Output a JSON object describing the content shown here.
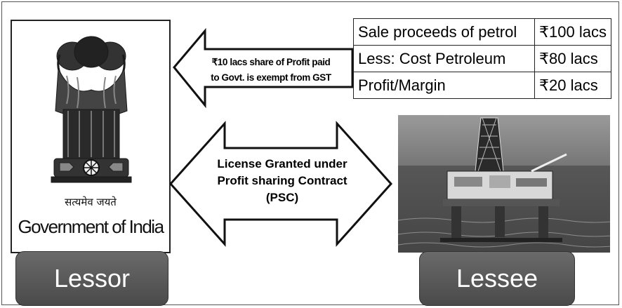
{
  "lessor": {
    "motto": "सत्यमेव जयते",
    "name": "Government of India",
    "role_label": "Lessor"
  },
  "lessee": {
    "role_label": "Lessee"
  },
  "gst_arrow": {
    "line1": "₹10 lacs share of Profit paid",
    "line2": "to Govt. is exempt from GST"
  },
  "psc_arrow": {
    "line1": "License Granted under",
    "line2": "Profit sharing Contract",
    "line3": "(PSC)"
  },
  "profit_table": {
    "rows": [
      {
        "label": "Sale proceeds of petrol",
        "value": "₹100 lacs"
      },
      {
        "label": "Less: Cost Petroleum",
        "value": "₹80 lacs"
      },
      {
        "label": "Profit/Margin",
        "value": "₹20 lacs"
      }
    ]
  },
  "icons": {
    "emblem": "ashoka-lion-capital-icon",
    "rig": "offshore-oil-rig-photo"
  }
}
